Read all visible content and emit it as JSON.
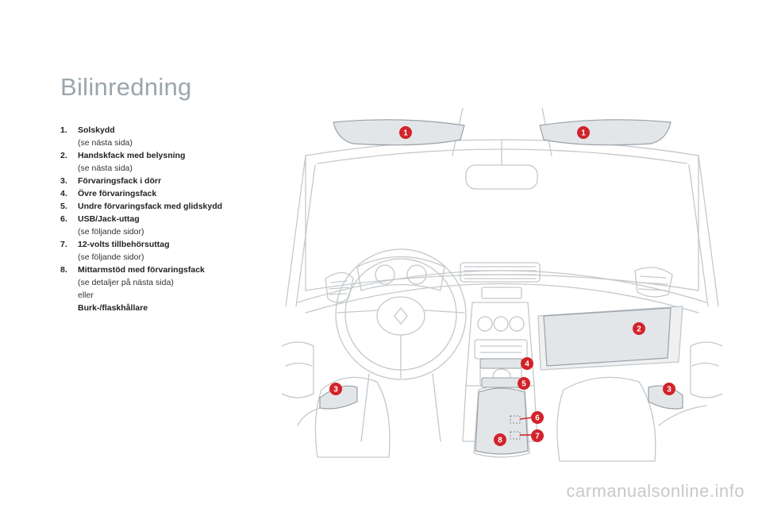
{
  "page": {
    "title": "Bilinredning",
    "watermark": "carmanualsonline.info"
  },
  "legend": [
    {
      "num": "1.",
      "label": "Solskydd",
      "sub": [
        "(se nästa sida)"
      ]
    },
    {
      "num": "2.",
      "label": "Handskfack med belysning",
      "sub": [
        "(se nästa sida)"
      ]
    },
    {
      "num": "3.",
      "label": "Förvaringsfack i dörr",
      "sub": []
    },
    {
      "num": "4.",
      "label": "Övre förvaringsfack",
      "sub": []
    },
    {
      "num": "5.",
      "label": "Undre förvaringsfack med glidskydd",
      "sub": []
    },
    {
      "num": "6.",
      "label": "USB/Jack-uttag",
      "sub": [
        "(se följande sidor)"
      ]
    },
    {
      "num": "7.",
      "label": "12-volts tillbehörsuttag",
      "sub": [
        "(se följande sidor)"
      ]
    },
    {
      "num": "8.",
      "label": "Mittarmstöd med förvaringsfack",
      "sub": [
        "(se detaljer på nästa sida)",
        "eller"
      ],
      "extra": "Burk-/flaskhållare"
    }
  ],
  "callouts": {
    "c1a": "1",
    "c1b": "1",
    "c2": "2",
    "c3a": "3",
    "c3b": "3",
    "c4": "4",
    "c5": "5",
    "c6": "6",
    "c7": "7",
    "c8": "8"
  },
  "colors": {
    "callout": "#d2232a",
    "line": "#c4c8cb",
    "highlight": "#dde1e4",
    "title": "#9aa6ad"
  }
}
